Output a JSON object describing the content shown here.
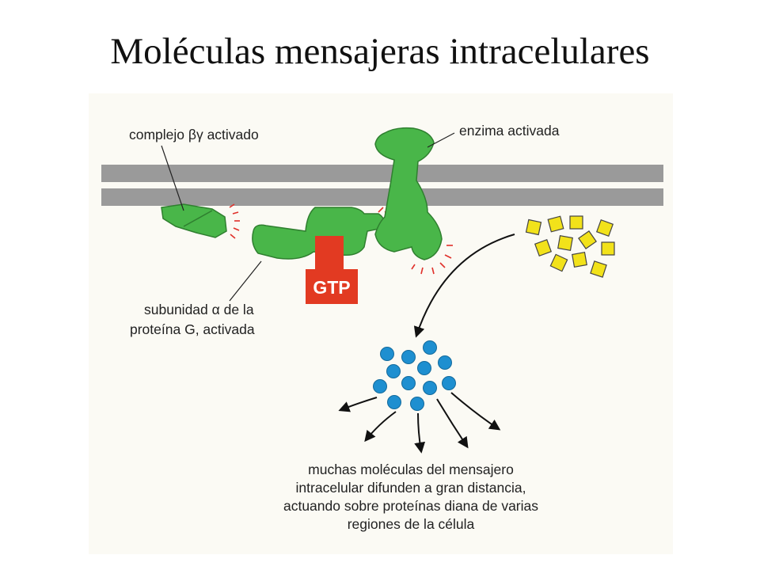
{
  "title": "Moléculas mensajeras intracelulares",
  "labels": {
    "beta_gamma": "complejo βγ activado",
    "enzyme": "enzima activada",
    "alpha_line1": "subunidad α de la",
    "alpha_line2": "proteína G, activada",
    "gtp": "GTP",
    "messenger_line1": "muchas moléculas del mensajero",
    "messenger_line2": "intracelular difunden a gran distancia,",
    "messenger_line3": "actuando sobre proteínas diana de varias",
    "messenger_line4": "regiones de la célula"
  },
  "colors": {
    "background_panel": "#fbfaf4",
    "membrane": "#9a9a9a",
    "protein_green": "#49b649",
    "protein_outline": "#2f7f2f",
    "gtp_red": "#e23a22",
    "substrate_yellow": "#f2e21a",
    "messenger_blue": "#1e8fd0",
    "activation_red": "#e0302a"
  }
}
